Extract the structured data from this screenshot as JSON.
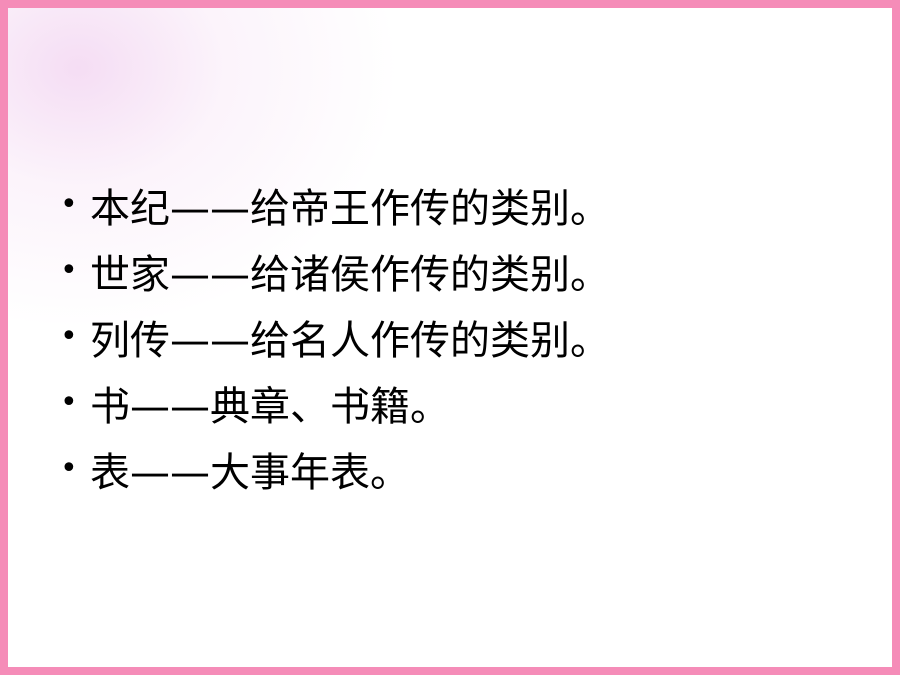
{
  "slide": {
    "border_color": "#f58cb8",
    "bullet_symbol": "•",
    "items": [
      {
        "text": "本纪——给帝王作传的类别。"
      },
      {
        "text": "世家——给诸侯作传的类别。"
      },
      {
        "text": "列传——给名人作传的类别。"
      },
      {
        "text": "书——典章、书籍。"
      },
      {
        "text": "表——大事年表。"
      }
    ]
  }
}
